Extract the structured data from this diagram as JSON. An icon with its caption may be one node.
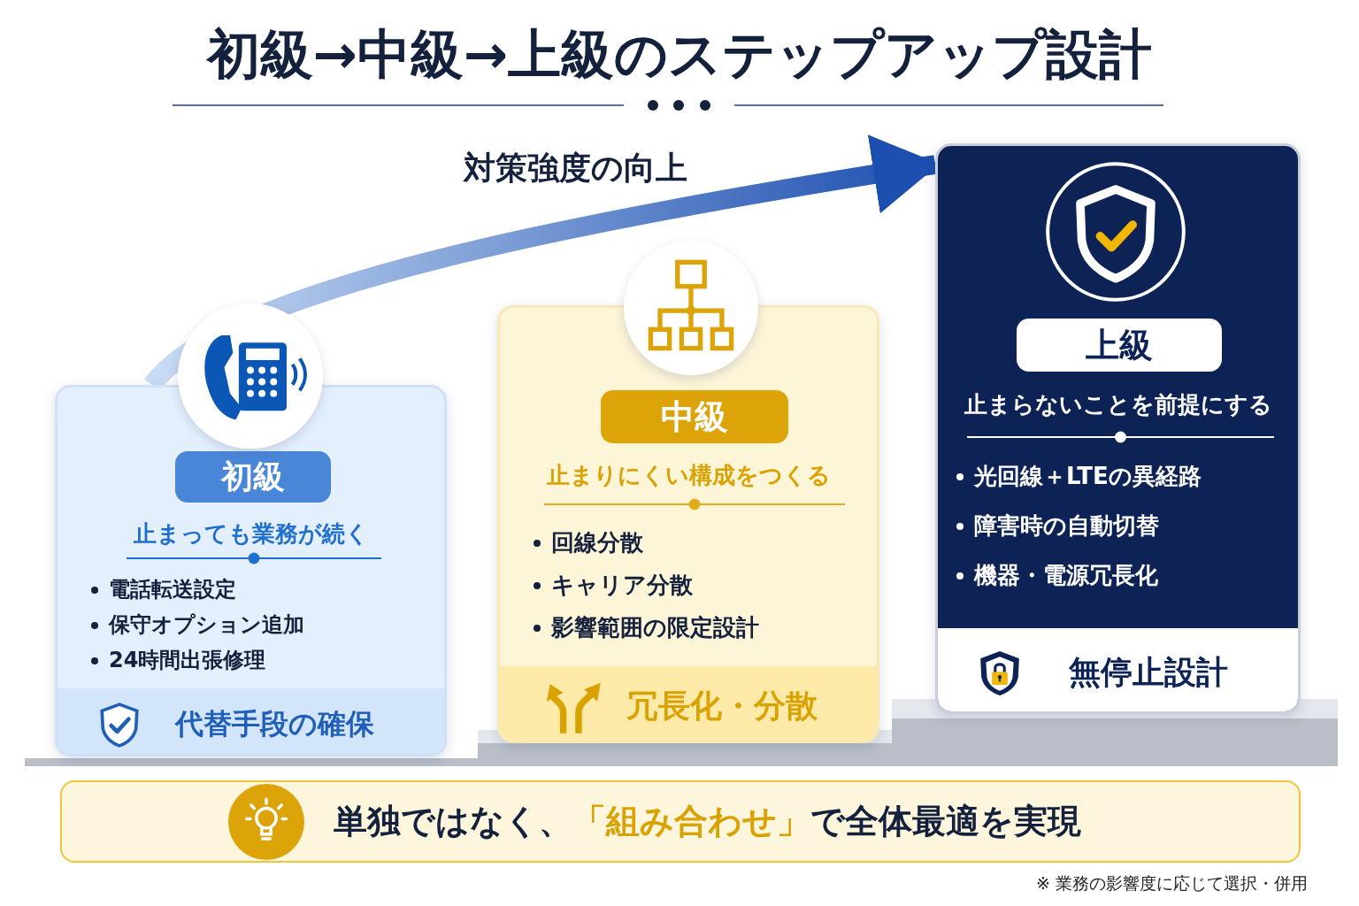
{
  "diagram": {
    "title": "初級→中級→上級のステップアップ設計",
    "nodes": [
      {
        "text": [
          "初級",
          "止まっても業務が続く",
          "電話転送設定",
          "保守オプション追加",
          "24時間出張修理",
          "代替手段の確保"
        ]
      },
      {
        "text": [
          "中級",
          "止まりにくい構成をつくる",
          "回線分散",
          "キャリア分散",
          "影響範囲の限定設計",
          "冗長化・分散"
        ]
      },
      {
        "text": [
          "上級",
          "止まらないことを前提にする",
          "光回線＋LTEの異経路",
          "障害時の自動切替",
          "機器・電源冗長化",
          "無停止設計"
        ]
      },
      {
        "text": [
          "単独ではなく、**「組み合わせ」**で全体最適を実現"
        ],
        "beside": [
          "※ 業務の影響度に応じて選択・併用"
        ]
      }
    ],
    "edges": [
      {
        "from": 0,
        "to": 2,
        "arrow": "to",
        "label": "対策強度の向上"
      }
    ]
  }
}
